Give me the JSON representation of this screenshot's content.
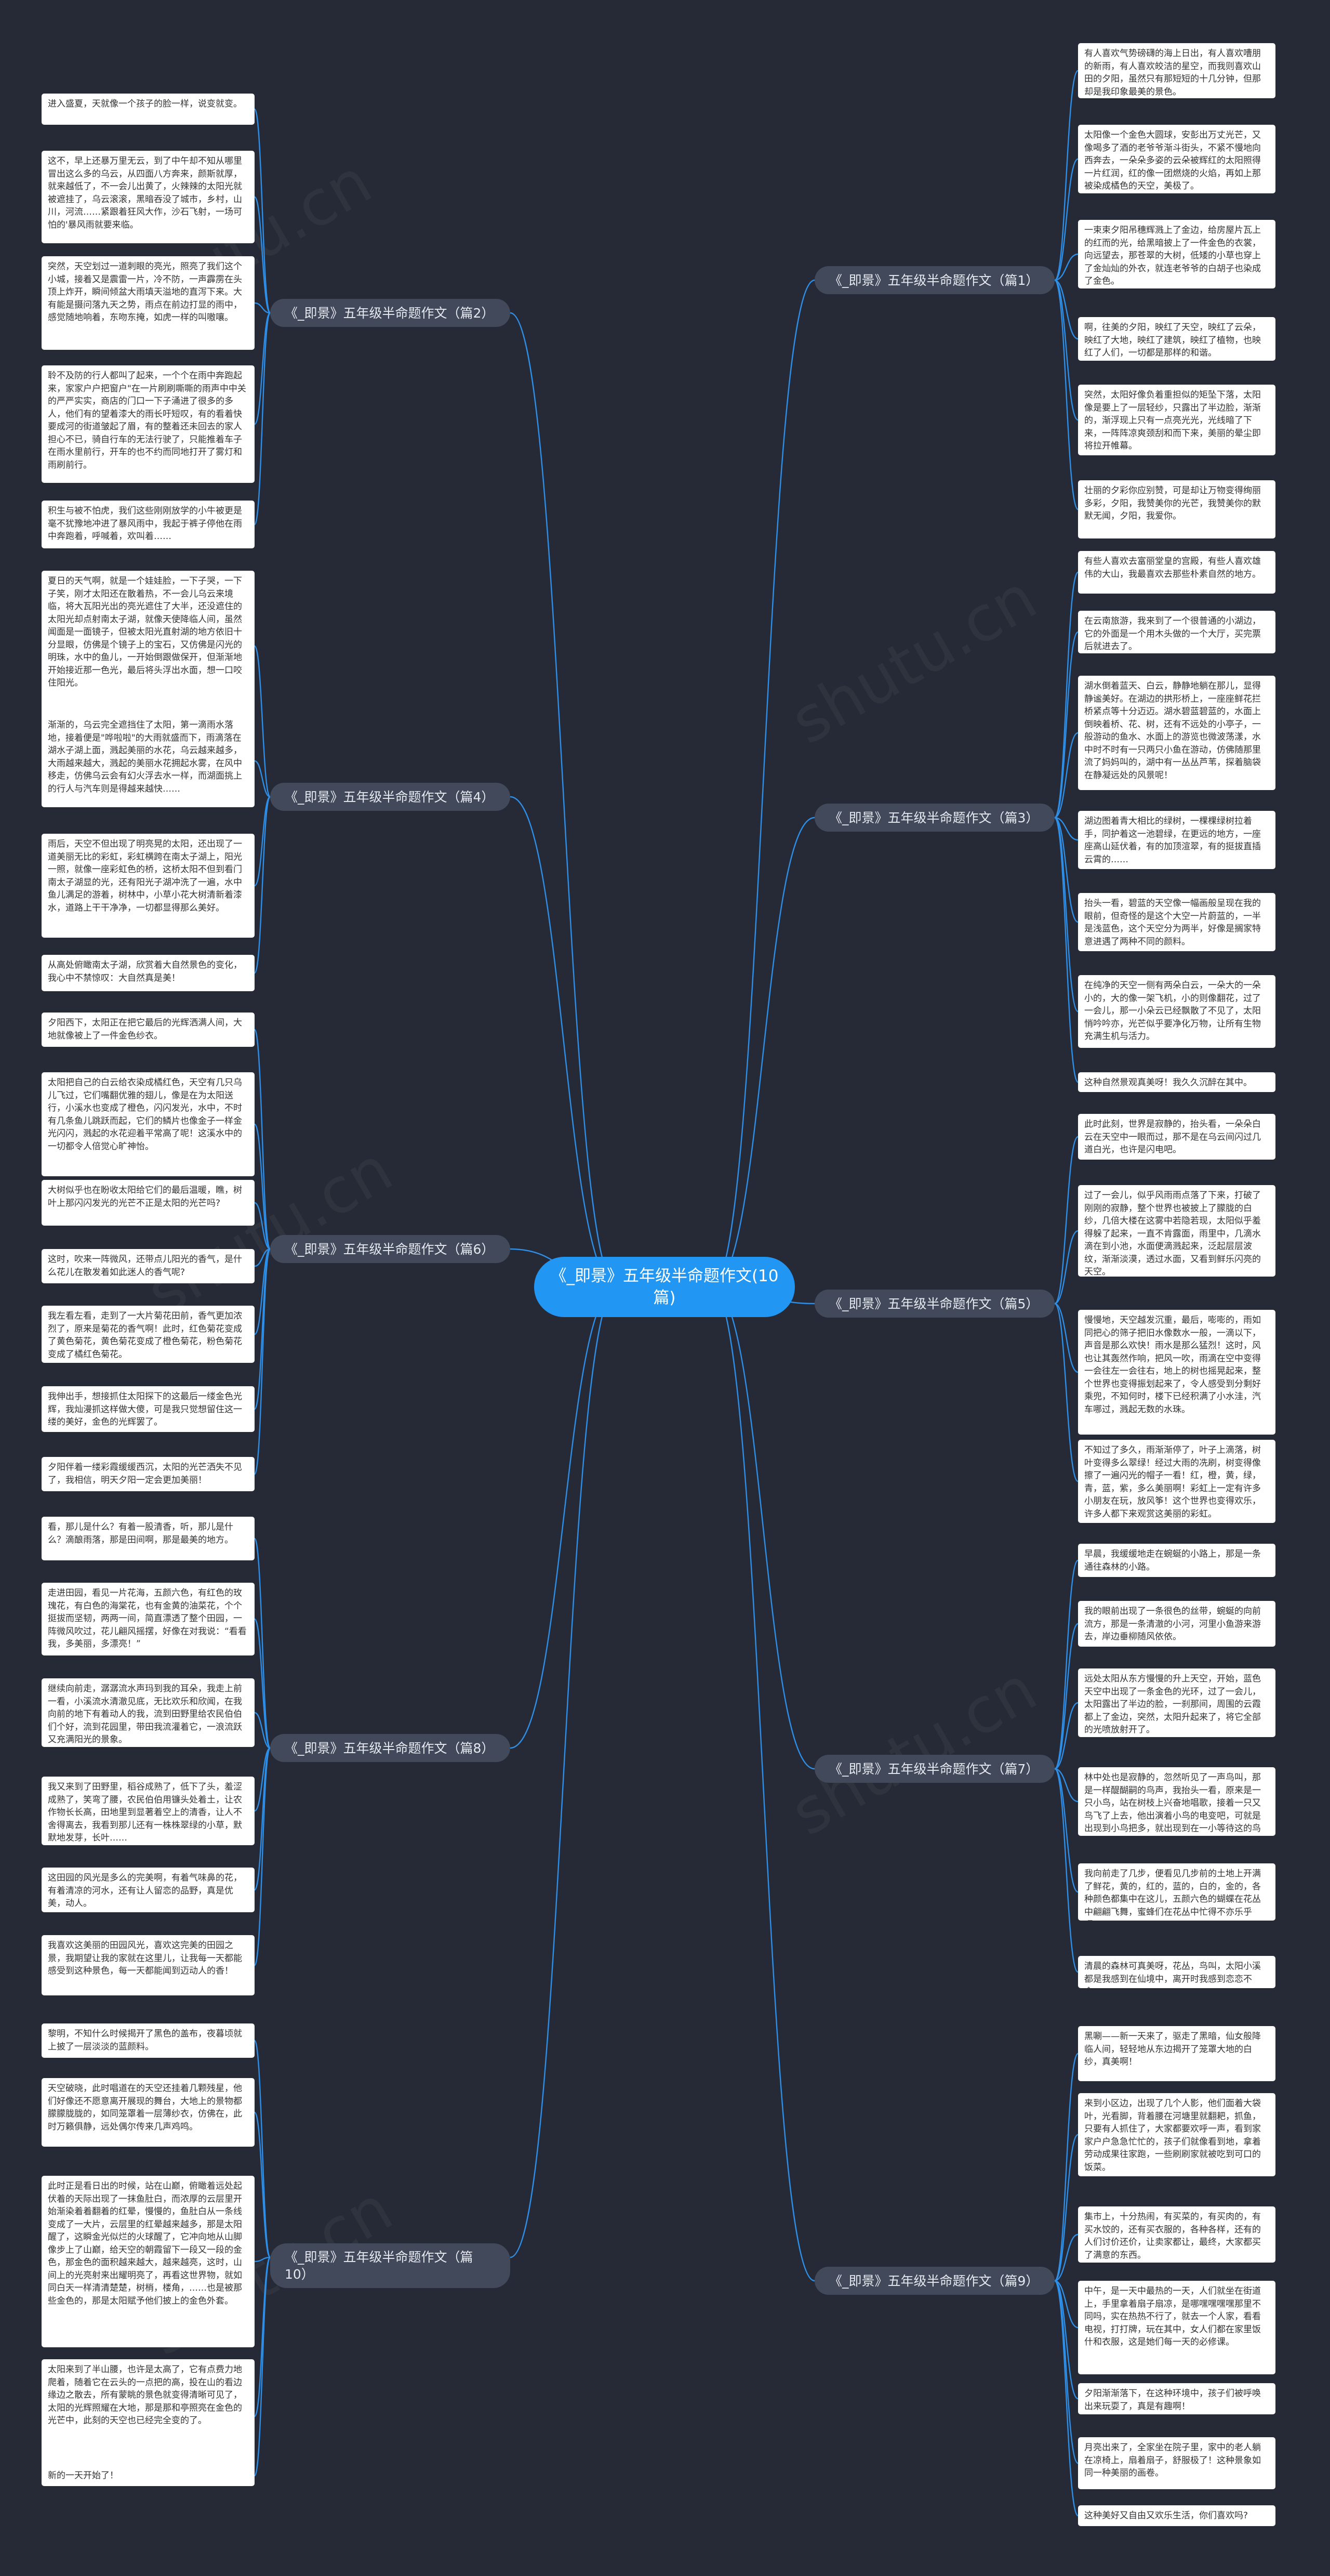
{
  "center": {
    "title": "《_即景》五年级半命题作文(10篇)"
  },
  "colors": {
    "background": "#252a36",
    "center": "#2196f3",
    "branch": "#41495a",
    "leaf": "#ffffff",
    "link": "#2e8fe8"
  },
  "watermark_text": "shutu.cn",
  "branches": [
    {
      "label": "《_即景》五年级半命题作文（篇1）",
      "leaves": [
        "有人喜欢气势磅礴的海上日出，有人喜欢嘈朋的新雨，有人喜欢皎洁的星空，而我则喜欢山田的夕阳，虽然只有那短短的十几分钟，但那却是我印象最美的景色。",
        "太阳像一个金色大圆球，安彭出万丈光芒，又像喝多了酒的老爷爷渐斗街头，不紧不慢地向西奔去，一朵朵多姿的云朵被辉红的太阳照得一片红润，红的像一团燃烧的火焰，再如上那被染成橘色的天空，美极了。",
        "一束束夕阳吊穗辉溅上了金边，给房屋片瓦上的红而的光，给黑暗披上了一件金色的衣裳，向远望去，那苍翠的大树，低矮的小草也穿上了金灿灿的外衣，就连老爷爷的白胡子也染成了金色。",
        "啊，往美的夕阳，映红了天空，映红了云朵，映红了大地，映红了建筑，映红了植物，也映红了人们，一切都是那样的和谐。",
        "突然，太阳好像负着重担似的矩坠下落，太阳像是要上了一层轻纱，只露出了半边脸，渐渐的，渐浮现上只有一点亮光光，光线暗了下来，一阵阵凉爽颈刮和而下来，美丽的晕尘即将拉开帷幕。",
        "壮丽的夕彩你应别赞，可是却让万物变得绚丽多彩，夕阳，我赞美你的光芒，我赞美你的默默无闻，夕阳，我爱你。"
      ]
    },
    {
      "label": "《_即景》五年级半命题作文（篇2）",
      "leaves": [
        "进入盛夏，天就像一个孩子的脸一样，说变就变。",
        "这不，早上还暴万里无云，到了中午却不知从哪里冒出这么多的乌云，从四面八方奔来，颜斯就厚，就来越低了，不一会儿出黄了，火辣辣的太阳光就被遮挂了，乌云滚滚，黑暗吞没了城市，乡村，山川，河流……紧跟着狂风大作，沙石飞射，一场可怕的'暴风雨就要来临。",
        "突然，天空划过一道刺眼的亮光，照亮了我们这个小城，接着又是震雷一片，冷不防，一声霹雳在头顶上炸开，瞬间倾盆大雨填天溢地的直泻下来。大有能是摄问落九天之势，雨点在前边打显的雨中，感觉随地响着，东吻东掩，如虎一样的叫嗷嚷。",
        "聆不及防的行人都叫了起来，一个个在雨中奔跑起来，家家户户把窗户\"在一片刷刷嘶嘶的雨声中中关的严严实实，商店的门口一下子涌进了很多的多人，他们有的望着漆大的雨长吁短叹，有的看着快要成河的街道皱起了眉，有的整着还未回去的家人担心不已，骑自行车的无法行驶了，只能推着车子在雨水里前行，开车的也不约而同地打开了雾灯和雨刷前行。",
        "积生与被不怕虎，我们这些刚刚放学的小牛被更是毫不犹豫地冲进了暴风雨中，我起于裤子停他在雨中奔跑着，呼喊着，欢叫着……"
      ]
    },
    {
      "label": "《_即景》五年级半命题作文（篇3）",
      "leaves": [
        "有些人喜欢去富丽堂皇的宫殿，有些人喜欢雄伟的大山，我最喜欢去那些朴素自然的地方。",
        "在云南旅游，我来到了一个很普通的小湖边，它的外面是一个用木头做的一个大厅，买完票后就进去了。",
        "湖水倒着蓝天、白云，静静地躺在那儿，显得静谧美好。在湖边的拱形桥上，一座座鲜花拦桥紧点等十分迈迈。湖水碧蓝碧蓝的，水面上倒映着桥、花、树，还有不远处的小亭子，一般游动的鱼水、水面上的游览也微波荡漾，水中时不时有一只两只小鱼在游动，仿佛随那里流了妈妈叫的，湖中有一丛丛芦苇，探着脑袋在静凝远处的风景呢！",
        "湖边图着青大相比的绿树，一棵棵绿树拉着手，同护着这一池碧绿，在更远的地方，一座座高山延伏着，有的加顶渲翠，有的挺拔直插云霄的……",
        "抬头一看，碧蓝的天空像一幅画般呈现在我的眼前，但奇怪的是这个大空一片蔚蓝的，一半是浅蓝色，这个天空分为两半，好像是搁家特意进遇了两种不同的颜料。",
        "在纯净的天空一侧有两朵白云，一朵大的一朵小的，大的像一架飞机，小的则像翻花，过了一会儿，那一小朵云已经飘散了不见了，太阳悄吟吟亦，光芒似乎要净化万物，让所有生物充满生机与活力。",
        "这种自然景观真美呀！我久久沉醉在其中。"
      ]
    },
    {
      "label": "《_即景》五年级半命题作文（篇4）",
      "leaves": [
        "夏日的天气啊，就是一个娃娃脸，一下子哭，一下子笑，刚才太阳还在散着热，不一会儿乌云来境临，将大瓦阳光出的亮光遮住了大半，还没遮住的太阳光却点射南太子湖，就像天使降临人间，虽然闻面是一面镜子，但被太阳光直射湖的地方依旧十分显眼，仿佛是个镜子上的宝石，又仿佛是闪光的明珠，水中的鱼儿，一开始倒跟做保开，但渐渐地开始接近那一色光，最后将头浮出水面，想一口咬住阳光。",
        "渐渐的，乌云完全遮挡住了太阳，第一滴雨水落地，接着便是\"哗啦啦\"的大雨就盛而下，雨滴落在湖水子湖上面，溅起美丽的水花，乌云越来越多，大雨越来越大，溅起的美丽水花拥起水雾，在风中移走，仿佛乌云会有幻火浮去水一样，而湖面挑上的行人与汽车则是得越来越快……",
        "雨后，天空不但出现了明亮晃的太阳，还出现了一道美丽无比的彩虹，彩虹横跨在南太子湖上，阳光一照，就像一座彩虹色的桥，这桥太阳不但到看门南太子湖显的光，还有阳光子湖冲洗了一遍，水中鱼儿满足的游着，树林中，小草小花大树清新着漆水，道路上干干净净，一切都显得那么美好。",
        "从高处俯瞰南太子湖，欣赏着大自然景色的变化，我心中不禁惊叹：大自然真是美！"
      ]
    },
    {
      "label": "《_即景》五年级半命题作文（篇5）",
      "leaves": [
        "此时此刻，世界是寂静的，抬头看，一朵朵白云在天空中一眼而过，那不是在乌云间闪过几道白光，也许是闪电吧。",
        "过了一会儿，似乎风雨雨点落了下来，打破了刚刚的寂静，整个世界也被披上了朦胧的白纱，几倍大楼在这雾中若隐若现，太阳似乎羞得躲了起来，一直不肯露面，雨里中，几滴水滴在到小池，水面便滴溅起来，泛起层层波纹，渐渐淡漠，透过水面，又看到鲜乐闪亮的天空。",
        "慢慢地，天空越发沉重，最后，嘭嘭的，雨如同把心的筛子把旧水像数水一般，一滴以下，声音是那么欢快！雨水是那么猛烈！这时，风也让其轰然作响，把风一吹，雨滴在空中变得一会往左一会往右，地上的树也摇晃起来，整个世界也变得振划起来了，令人感受到分剩好乘兜，不知何时，楼下已经积满了小水洼，汽车哪过，溅起无数的水珠。",
        "不知过了多久，雨渐渐停了，叶子上滴落，树叶变得多么翠绿！经过大雨的冼刷，树变得像擦了一遍闪光的帽子一看！红，橙，黄，绿，青，蓝，紫，多么美丽啊！彩虹上一定有许多小朋友在玩，放风筝！这个世界也变得欢乐，许多人都下来观赏这美丽的彩虹。"
      ]
    },
    {
      "label": "《_即景》五年级半命题作文（篇6）",
      "leaves": [
        "夕阳西下，太阳正在把它最后的光辉洒满人间，大地就像被上了一件金色纱衣。",
        "太阳把自己的白云给衣染成橘红色，天空有几只乌儿飞过，它们嘴翻优雅的翅儿，像是在为太阳送行，小溪水也变成了橙色，闪闪发光，水中，不时有几条鱼儿跳跃而起，它们的鳞片也像金子一样金光闪闪，溅起的水花迎着平常高了呢！这溪水中的一切都令人倍觉心旷神怡。",
        "大树似乎也在盼收太阳给它们的最后温暖，瞧，树叶上那闪闪发光的光芒不正是太阳的光芒吗?",
        "这时，吹来一阵微风，还带点儿阳光的香气，是什么花儿在散发着如此迷人的香气呢?",
        "我左看左看，走到了一大片菊花田前，香气更加浓烈了，原来是菊花的香气啊！此时，红色菊花变成了黄色菊花，黄色菊花变成了橙色菊花，粉色菊花变成了橘红色菊花。",
        "我伸出手，想接抓住太阳探下的这最后一缕金色光辉，我灿漫抓这样做大傻，可是我只觉想留住这一缕的美好，金色的光辉罢了。",
        "夕阳伴着一缕彩霞缓缓西沉，太阳的光芒洒失不见了，我相信，明天夕阳一定会更加美丽！"
      ]
    },
    {
      "label": "《_即景》五年级半命题作文（篇7）",
      "leaves": [
        "早晨，我缓缓地走在蜿蜒的小路上，那是一条通往森林的小路。",
        "我的眼前出现了一条很色的丝带，蜿蜒的向前流方，那是一条清澈的小河，河里小鱼游来游去，岸边垂柳随风依依。",
        "远处太阳从东方慢慢的升上天空，开始，蓝色天空中出现了一条金色的光环，过了一会儿，太阳露出了半边的脸，一刹那间，周围的云霞都上了金边，突然，太阳升起来了，将它全部的光喷放射开了。",
        "林中处也是寂静的，忽然听见了一声鸟叫，那是一样醍醐嗣的鸟声，我抬头一看，原来是一只小鸟，站在树枝上兴奋地唱歌，接着一只又鸟飞了上去，他出演着小鸟的电变吧，可就是出现到小鸟把多，就出现到在一小等待这的鸟出这的寻音联联音乐。",
        "我向前走了几步，便看见几步前的土地上开满了鲜花，黄的，红的，蓝的，白的，金的，各种颜色都集中在这儿，五颜六色的蝴蝶在花丛中翩翩飞舞，蜜蜂们在花丛中忙得不亦乐乎呢。",
        "清晨的森林可真美呀，花丛，鸟叫，太阳小溪都是我感到在仙境中，离开时我感到恋恋不舍。"
      ]
    },
    {
      "label": "《_即景》五年级半命题作文（篇8）",
      "leaves": [
        "看，那儿是什么？有着一股清香，听，那儿是什么？滴酿雨落，那是田间啊，那是最美的地方。",
        "走进田园，看见一片花海，五颜六色，有红色的玫瑰花，有白色的海棠花，也有金黄的油菜花，个个挺拔而坚韧，两两一间，简直漂透了整个田园，一阵微风吹过，花儿翩风摇摆，好像在对我说：“看看我，多美丽，多漂亮！”",
        "继续向前走，潺潺流水声玛到我的耳朵，我走上前一看，小溪流水清澈见底，无比欢乐和欣闻，在我向前的地下有着动人的我，流到田野里给农民伯伯们个好，流到花园里，带田我流灌着它，一浪流跃又充满阳光的景象。",
        "我又来到了田野里，稻谷成熟了，低下了头，羞涩成熟了，笑弯了腰，农民伯伯用镰头处着土，让农作物长长高，田地里到显著着空上的清香，让人不舍得离去，我看到那儿还有一株株翠绿的小草，默默地发芽，长叶……",
        "这田园的风光是多么的完美啊，有着气味鼻的花，有着清凉的河水，还有让人留恋的品野，真是优美，动人。",
        "我喜欢这美丽的田园风光，喜欢这完美的田园之景，我期望让我的家就在这里儿，让我每一天都能感受到这种景色，每一天都能闻到迈动人的香！"
      ]
    },
    {
      "label": "《_即景》五年级半命题作文（篇9）",
      "leaves": [
        "黑唰——新一天来了，驱走了黑暗，仙女般降临人间，轻轻地从东边揭开了笼罩大地的白纱，真美啊！",
        "来到小区边，出现了几个人影，他们面着大袋叶，光看脚，背着腰在河塘里就翻耙，抓鱼，只要有人抓住了，大家都要欢呼一声，看到家家户户急急忙忙的，孩子们就像看到地，拿着劳动成果往家跑，一些刷刷家就被吃到可口的饭菜。",
        "集市上，十分热闹，有买菜的，有买肉的，有买水饺的，还有买衣服的，各种各样，还有的人们讨价还价，让卖家都让，最终，大家都买了满意的东西。",
        "中午，是一天中最热的一天，人们就坐在街道上，手里拿着扇子扇凉，是哪嘿嘿嘿嘿那里不同吗，实在热热不行了，就去一个人家，看看电视，打打牌，玩在其中，女人们都在家里饭什和衣服，这是她们每一天的必修课。",
        "夕阳渐渐落下，在这种环境中，孩子们被呼唤出来玩耍了，真是有趣啊！",
        "月亮出来了，全家坐在院子里，家中的老人躺在凉椅上，扇着扇子，舒服极了！这种景象如同一种美丽的画卷。",
        "这种美好又自由又欢乐生活，你们喜欢吗?"
      ]
    },
    {
      "label": "《_即景》五年级半命题作文（篇10）",
      "leaves": [
        "黎明，不知什么时候揭开了黑色的盖布，夜暮顷就上披了一层淡淡的蓝颜料。",
        "天空破晓，此时唱道在的天空还挂着几颗残星，他们好像还不愿意离开展现的舞台，大地上的景物都朦朦胧胧的，如同笼罩着一层薄纱衣，仿佛在，此时万籁俱静，远处偶尔传来几声鸡鸣。",
        "此时正是看日出的时候，站在山巅，俯瞰着远处起伏着的天际出现了一抹鱼肚白，而浓厚的云层里开始渐染着着翻着的红晕，慢慢的，鱼肚白从一条线变成了一大片，云层里的红晕越来越多，那是太阳醒了，这瞬金光似烂的火球醒了，它冲向地从山脚像步上了山巅，给天空的朝霞留下一段又一段的金色，那金色的面积越来越大，越来越亮，这时，山间上的光亮射来出耀明亮了，再看这世界物，就如同白天一样清清楚楚，树梢，楼角，……也是被那些金色的，那是太阳赋予他们披上的金色外套。",
        "太阳来到了半山腰，也许是太高了，它有点费力地爬着，随着它在云头的一点把的高，投在山的看边缘边之散去，所有蒙眺的景色就变得清晰可见了，太阳的光辉照耀在大地，那是那和亭照亮在金色的光芒中，此刻的天空也已经完全变的了。",
        "新的一天开始了！"
      ]
    }
  ]
}
